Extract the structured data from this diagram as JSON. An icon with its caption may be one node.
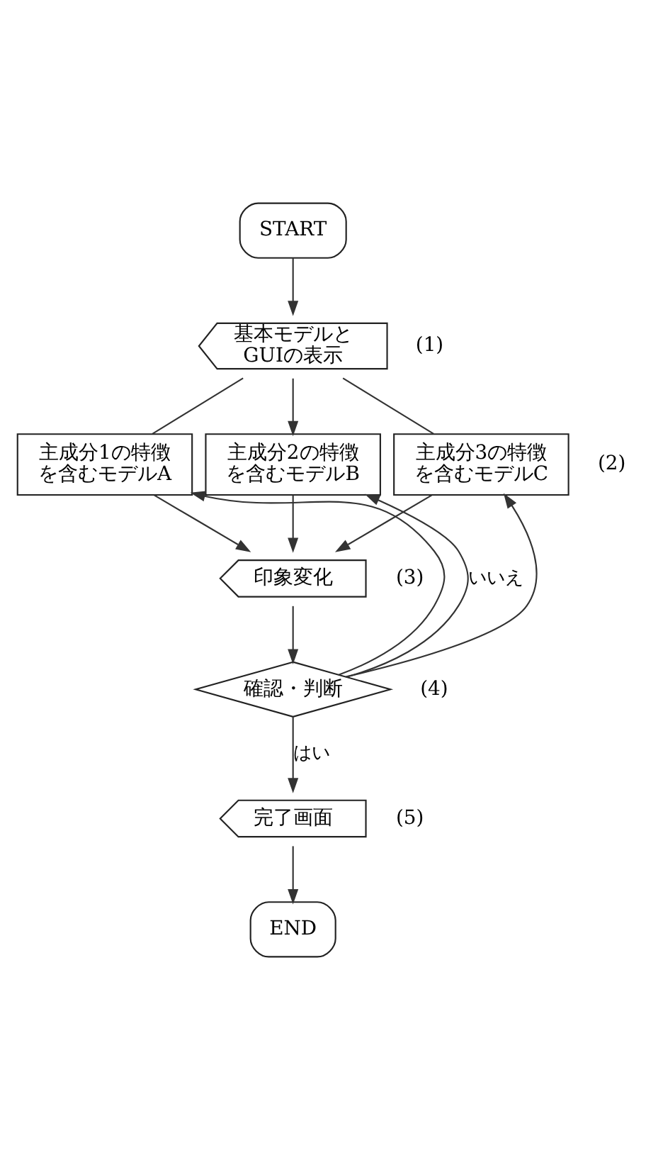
{
  "diagram": {
    "nodes": [
      {
        "text": [
          "START"
        ]
      },
      {
        "text": [
          "基本モデルとGUIの表示"
        ],
        "beside": [
          "(1)"
        ]
      },
      {
        "text": [
          "主成分1の特徴を含むモデルA"
        ]
      },
      {
        "text": [
          "主成分2の特徴を含むモデルB"
        ]
      },
      {
        "text": [
          "主成分3の特徴を含むモデルC"
        ],
        "beside": [
          "(2)"
        ]
      },
      {
        "text": [
          "印象変化"
        ],
        "beside": [
          "(3)"
        ]
      },
      {
        "text": [
          "確認・判断"
        ],
        "beside": [
          "(4)"
        ]
      },
      {
        "text": [
          "完了画面"
        ],
        "beside": [
          "(5)"
        ]
      },
      {
        "text": [
          "END"
        ]
      }
    ],
    "edges": [
      {
        "from": 0,
        "to": 1,
        "arrow": "to"
      },
      {
        "from": 1,
        "to": 2,
        "arrow": "none"
      },
      {
        "from": 1,
        "to": 3,
        "arrow": "to"
      },
      {
        "from": 1,
        "to": 4,
        "arrow": "none"
      },
      {
        "from": 2,
        "to": 5,
        "arrow": "to"
      },
      {
        "from": 3,
        "to": 5,
        "arrow": "to"
      },
      {
        "from": 4,
        "to": 5,
        "arrow": "to"
      },
      {
        "from": 5,
        "to": 6,
        "arrow": "to"
      },
      {
        "from": 6,
        "to": 2,
        "arrow": "to"
      },
      {
        "from": 6,
        "to": 3,
        "arrow": "to",
        "label": "いいえ"
      },
      {
        "from": 6,
        "to": 4,
        "arrow": "to"
      },
      {
        "from": 6,
        "to": 7,
        "arrow": "to",
        "label": "はい"
      },
      {
        "from": 7,
        "to": 8,
        "arrow": "to"
      }
    ]
  }
}
